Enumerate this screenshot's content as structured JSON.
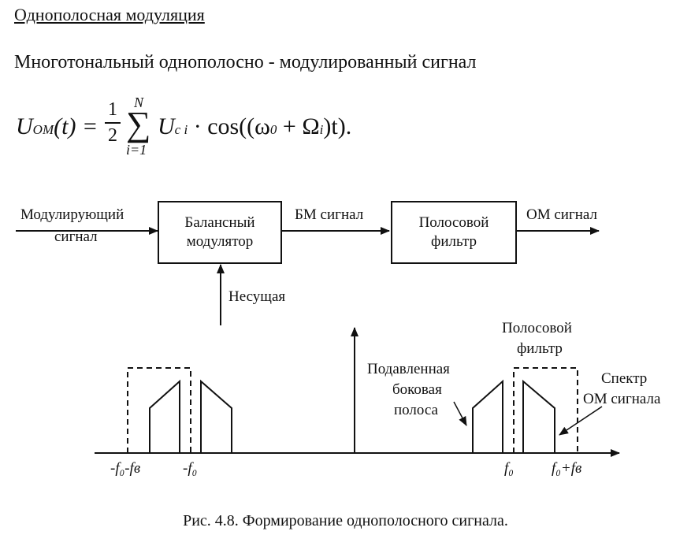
{
  "heading": "Однополосная модуляция",
  "subheading": "Многотональный однополосно - модулированный сигнал",
  "formula": {
    "lhs": "U",
    "lhs_sub": "OM",
    "lhs_arg": "(t) =",
    "frac_num": "1",
    "frac_den": "2",
    "sum_symbol": "∑",
    "sum_upper": "N",
    "sum_lower": "i=1",
    "term": "U",
    "term_sub": "c i",
    "cos_part": " · cos((ω",
    "omega_sub": "0",
    "plus_part": " + Ω",
    "omega_i_sub": "i",
    "tail": ")t)."
  },
  "diagram": {
    "input_label_line1": "Модулирующий",
    "input_label_line2": "сигнал",
    "block1_label": "Балансный модулятор",
    "block2_label": "Полосовой фильтр",
    "bm_label": "БМ сигнал",
    "om_label": "ОМ сигнал",
    "carrier_label": "Несущая"
  },
  "spectrum": {
    "filter_label_line1": "Полосовой",
    "filter_label_line2": "фильтр",
    "suppressed_line1": "Подавленная",
    "suppressed_line2": "боковая",
    "suppressed_line3": "полоса",
    "om_spectrum_line1": "Спектр",
    "om_spectrum_line2": "ОМ сигнала",
    "tick_neg_fb": "-f₀-fв",
    "tick_neg_f0": "-f₀",
    "tick_f0": "f₀",
    "tick_pos_fb": "f₀+fв"
  },
  "caption": "Рис. 4.8.  Формирование однополосного сигнала."
}
